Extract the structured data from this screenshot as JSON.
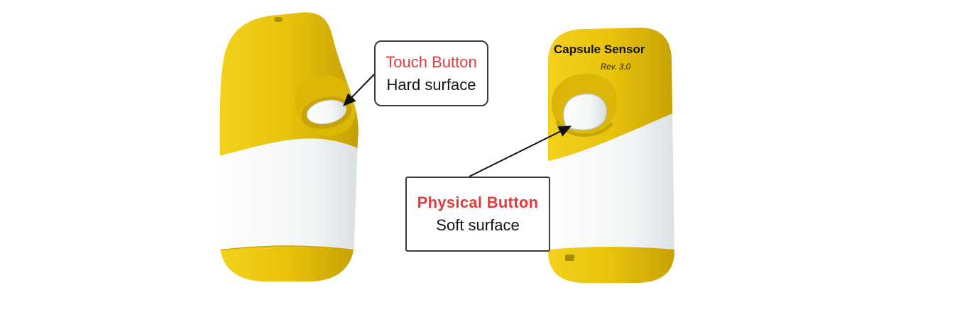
{
  "page": {
    "background": "#ffffff"
  },
  "devices": {
    "left": {
      "description": "capsule sensor side view with touch button"
    },
    "right": {
      "label": "Capsule Sensor",
      "revision": "Rev. 3.0"
    }
  },
  "annotations": {
    "touch": {
      "title": "Touch Button",
      "subtitle": "Hard surface"
    },
    "physical": {
      "title": "Physical Button",
      "subtitle": "Soft surface"
    }
  },
  "colors": {
    "device_yellow": "#E8C30C",
    "device_yellow_dark": "#C9A403",
    "body_white": "#F4F6F7",
    "callout_red": "#E23B3E",
    "text_black": "#141414",
    "arrow_black": "#111111"
  }
}
